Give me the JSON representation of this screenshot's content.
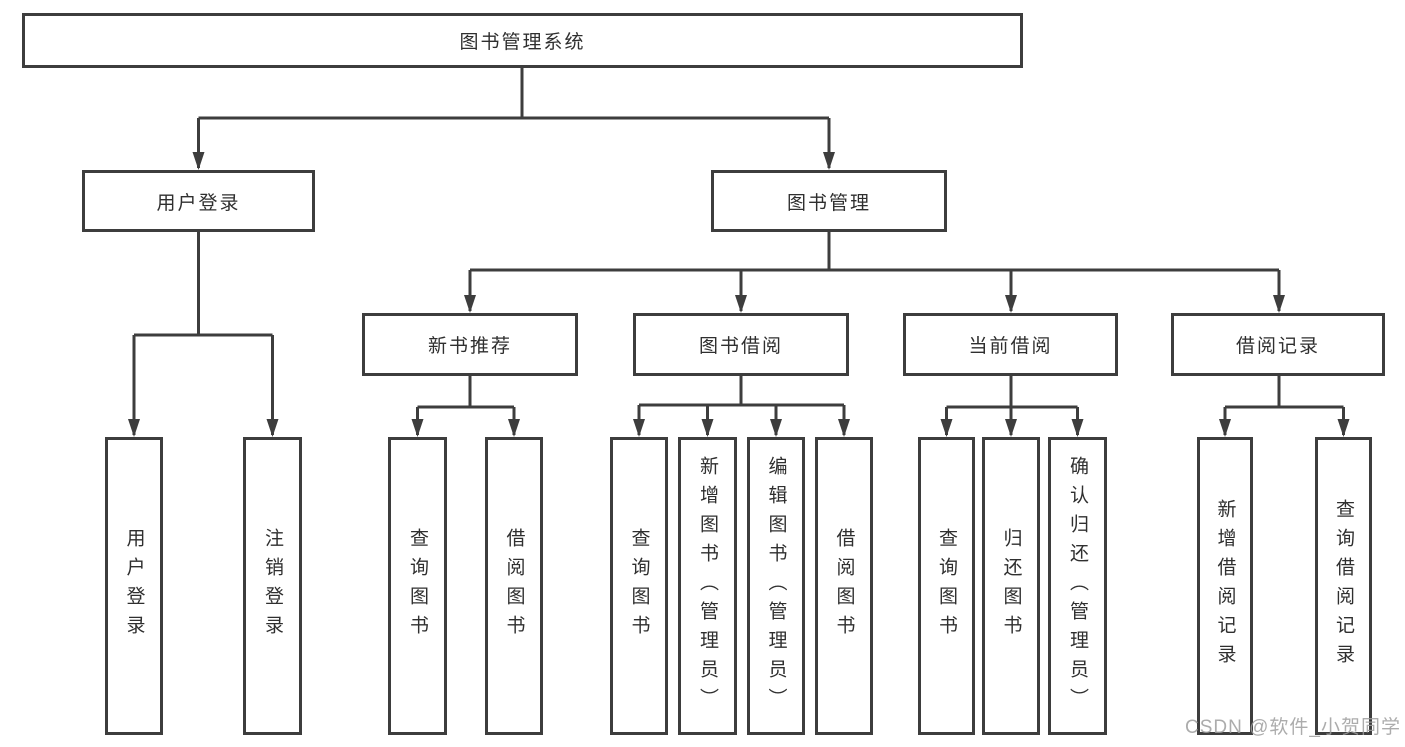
{
  "diagram": {
    "type": "hierarchy",
    "colors": {
      "box_border": "#3d3d3d",
      "connector": "#3d3d3d",
      "text": "#2f2f2f",
      "watermark_text": "#9e9e9e",
      "background": "#ffffff"
    },
    "tree": {
      "label": "图书管理系统",
      "children": [
        {
          "label": "用户登录",
          "children": [
            {
              "label": "用户登录"
            },
            {
              "label": "注销登录"
            }
          ]
        },
        {
          "label": "图书管理",
          "children": [
            {
              "label": "新书推荐",
              "children": [
                {
                  "label": "查询图书"
                },
                {
                  "label": "借阅图书"
                }
              ]
            },
            {
              "label": "图书借阅",
              "children": [
                {
                  "label": "查询图书"
                },
                {
                  "label": "新增图书（管理员）"
                },
                {
                  "label": "编辑图书（管理员）"
                },
                {
                  "label": "借阅图书"
                }
              ]
            },
            {
              "label": "当前借阅",
              "children": [
                {
                  "label": "查询图书"
                },
                {
                  "label": "归还图书"
                },
                {
                  "label": "确认归还（管理员）"
                }
              ]
            },
            {
              "label": "借阅记录",
              "children": [
                {
                  "label": "新增借阅记录"
                },
                {
                  "label": "查询借阅记录"
                }
              ]
            }
          ]
        }
      ]
    }
  },
  "watermark": {
    "text": "CSDN @软件_小贺同学"
  }
}
